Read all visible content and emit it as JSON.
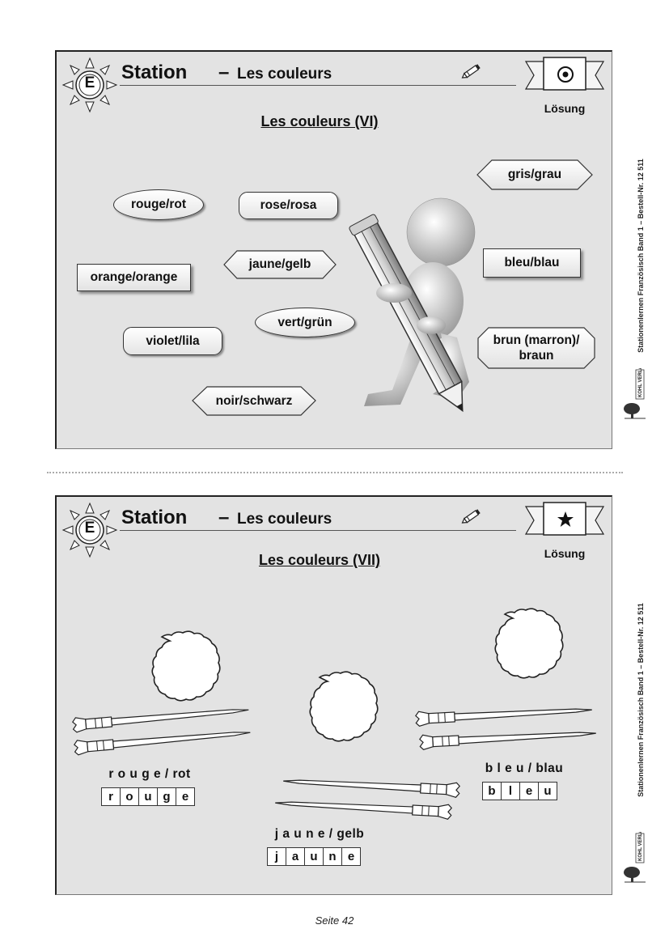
{
  "cards": [
    {
      "badge_letter": "E",
      "station_label": "Station",
      "dash": "–",
      "subject": "Les couleurs",
      "solution_label": "Lösung",
      "solution_icon": "target-icon",
      "sheet_title": "Les couleurs (VI)",
      "labels": {
        "rouge": "rouge/rot",
        "rose": "rose/rosa",
        "gris": "gris/grau",
        "orange": "orange/orange",
        "jaune": "jaune/gelb",
        "bleu": "bleu/blau",
        "vert": "vert/grün",
        "violet": "violet/lila",
        "brun_line1": "brun (marron)/",
        "brun_line2": "braun",
        "noir": "noir/schwarz"
      }
    },
    {
      "badge_letter": "E",
      "station_label": "Station",
      "dash": "–",
      "subject": "Les couleurs",
      "solution_label": "Lösung",
      "solution_icon": "star-icon",
      "sheet_title": "Les couleurs (VII)",
      "colors": [
        {
          "name": "r o u g e / rot",
          "letters": [
            "r",
            "o",
            "u",
            "g",
            "e"
          ]
        },
        {
          "name": "j a u n e / gelb",
          "letters": [
            "j",
            "a",
            "u",
            "n",
            "e"
          ]
        },
        {
          "name": "b l e u / blau",
          "letters": [
            "b",
            "l",
            "e",
            "u"
          ]
        }
      ]
    }
  ],
  "side_text": "Stationenlernen Französisch Band 1  –  Bestell-Nr. 12 511",
  "publisher": "KOHL VERLAG",
  "page_label": "Seite 42",
  "colors": {
    "card_background": "#e3e3e3",
    "border": "#222222"
  }
}
